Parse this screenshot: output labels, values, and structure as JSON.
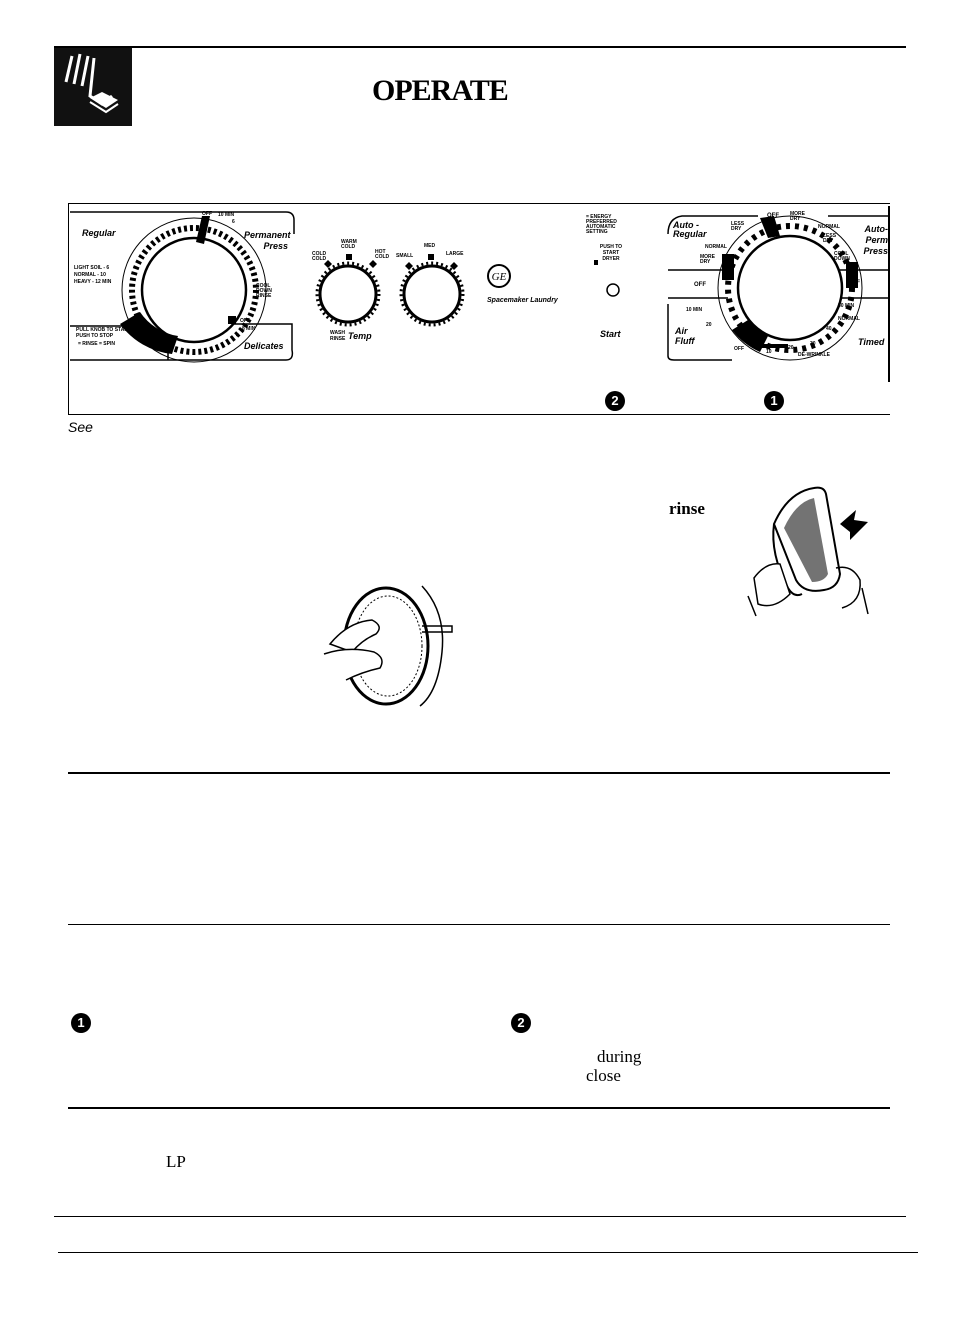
{
  "header": {
    "title": "OPERATE"
  },
  "panel": {
    "washer_dial": {
      "regular": "Regular",
      "permanent_press": "Permanent Press",
      "delicates": "Delicates",
      "light_soil": "LIGHT SOIL - 6",
      "normal": "NORMAL - 10",
      "heavy": "HEAVY - 12 MIN",
      "off_top": "OFF",
      "ten_min": "10 MIN",
      "six": "6",
      "cool_down": "COOL DOWN RINSE",
      "off_right": "OFF",
      "eight_min": "8 MIN",
      "four": "4",
      "pull_knob": "PULL KNOB TO START",
      "push_knob": "PUSH TO STOP",
      "rinse_spin": "= RINSE   = SPIN"
    },
    "temp": {
      "cold_cold": "COLD COLD",
      "warm_cold": "WARM COLD",
      "hot_cold": "HOT COLD",
      "wash_rinse": "WASH RINSE",
      "temp": "Temp"
    },
    "size": {
      "small": "SMALL",
      "med": "MED",
      "large": "LARGE"
    },
    "brand": "Spacemaker Laundry",
    "start": {
      "energy": "= ENERGY PREFERRED AUTOMATIC SETTING",
      "push": "PUSH TO START DRYER",
      "label": "Start"
    },
    "dryer_dial": {
      "auto_regular": "Auto - Regular",
      "auto_perm_press": "Auto- Perm Press",
      "off_left": "OFF",
      "off_right": "OFF",
      "off_top": "OFF",
      "air_fluff": "Air Fluff",
      "timed": "Timed",
      "less_dry_l": "LESS DRY",
      "normal_l": "NORMAL",
      "more_dry_l": "MORE DRY",
      "more_dry_r": "MORE DRY",
      "normal_r": "NORMAL",
      "less_dry_r": "LESS DRY",
      "cool_down": "COOL DOWN",
      "ten_min": "10 MIN",
      "twenty": "20",
      "off_bottom": "OFF",
      "ten": "10",
      "twenty_b": "20",
      "dewrinkle": "DE-WRINKLE",
      "thirty": "30",
      "forty": "40",
      "fifty": "50 MIN",
      "normal_b": "NORMAL"
    },
    "markers": {
      "two": "2",
      "one": "1"
    }
  },
  "caption": "See",
  "words": {
    "rinse": "rinse",
    "during": "during",
    "close": "close",
    "lp": "LP"
  },
  "steps": {
    "one": "1",
    "two": "2"
  }
}
